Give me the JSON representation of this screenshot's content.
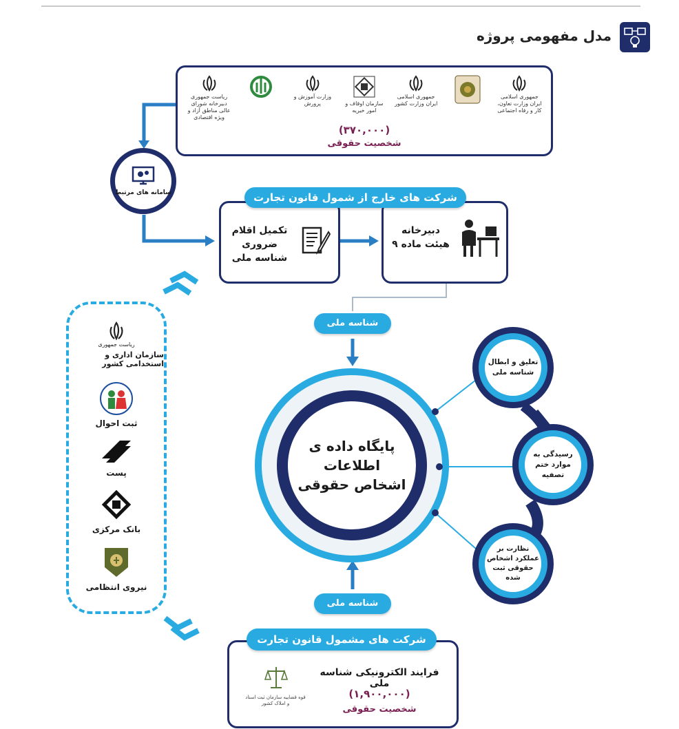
{
  "header": {
    "title": "مدل مفهومی پروژه",
    "icon": "idea-diagram-icon"
  },
  "gov_box": {
    "emblems": [
      {
        "caption": "جمهوری اسلامی ایران\nوزارت تعاون، کار و رفاه اجتماعی"
      },
      {
        "caption": ""
      },
      {
        "caption": "جمهوری اسلامی ایران\nوزارت کشور"
      },
      {
        "caption": "سازمان اوقاف و امور خیریه"
      },
      {
        "caption": "وزارت آموزش و پرورش"
      },
      {
        "caption": ""
      },
      {
        "caption": "ریاست جمهوری\nدبیرخانه شورای عالی مناطق آزاد و ویژه اقتصادی"
      }
    ],
    "count": "(۳۷۰,۰۰۰)",
    "label": "شخصیت حقوقی"
  },
  "systems": {
    "label": "سامانه های مرتبط"
  },
  "excluded": {
    "title": "شرکت های خارج از شمول قانون تجارت",
    "left_box": "تکمیل اقلام ضروری شناسه ملی",
    "right_box": "دبیرخانه هیئت ماده ۹"
  },
  "nid_top": "شناسه ملی",
  "nid_bottom": "شناسه ملی",
  "database": {
    "line1": "پایگاه داده ی",
    "line2": "اطلاعات",
    "line3": "اشخاص حقوقی"
  },
  "satellites": [
    {
      "text": "تعلیق و ابطال شناسه ملی"
    },
    {
      "text": "رسیدگی به موارد ختم تصفیه"
    },
    {
      "text": "نظارت بر عملکرد اشخاص حقوقی ثبت شده"
    }
  ],
  "left_panel": {
    "orgs": [
      {
        "label": "سازمان اداری و استخدامی کشور",
        "caption": "ریاست جمهوری"
      },
      {
        "label": "ثبت احوال"
      },
      {
        "label": "پست"
      },
      {
        "label": "بانک مرکزی"
      },
      {
        "label": "نیروی انتظامی"
      }
    ]
  },
  "included": {
    "title": "شرکت های  مشمول قانون تجارت",
    "process": "فرایند الکترونیکی شناسه ملی",
    "count": "(۱,۹۰۰,۰۰۰)",
    "label": "شخصیت حقوقی",
    "logo_caption": "قوه قضاییه\nسازمان ثبت اسناد و املاک کشور"
  },
  "colors": {
    "navy": "#1f2d6b",
    "cyan": "#29abe2",
    "maroon": "#7a1f52"
  }
}
